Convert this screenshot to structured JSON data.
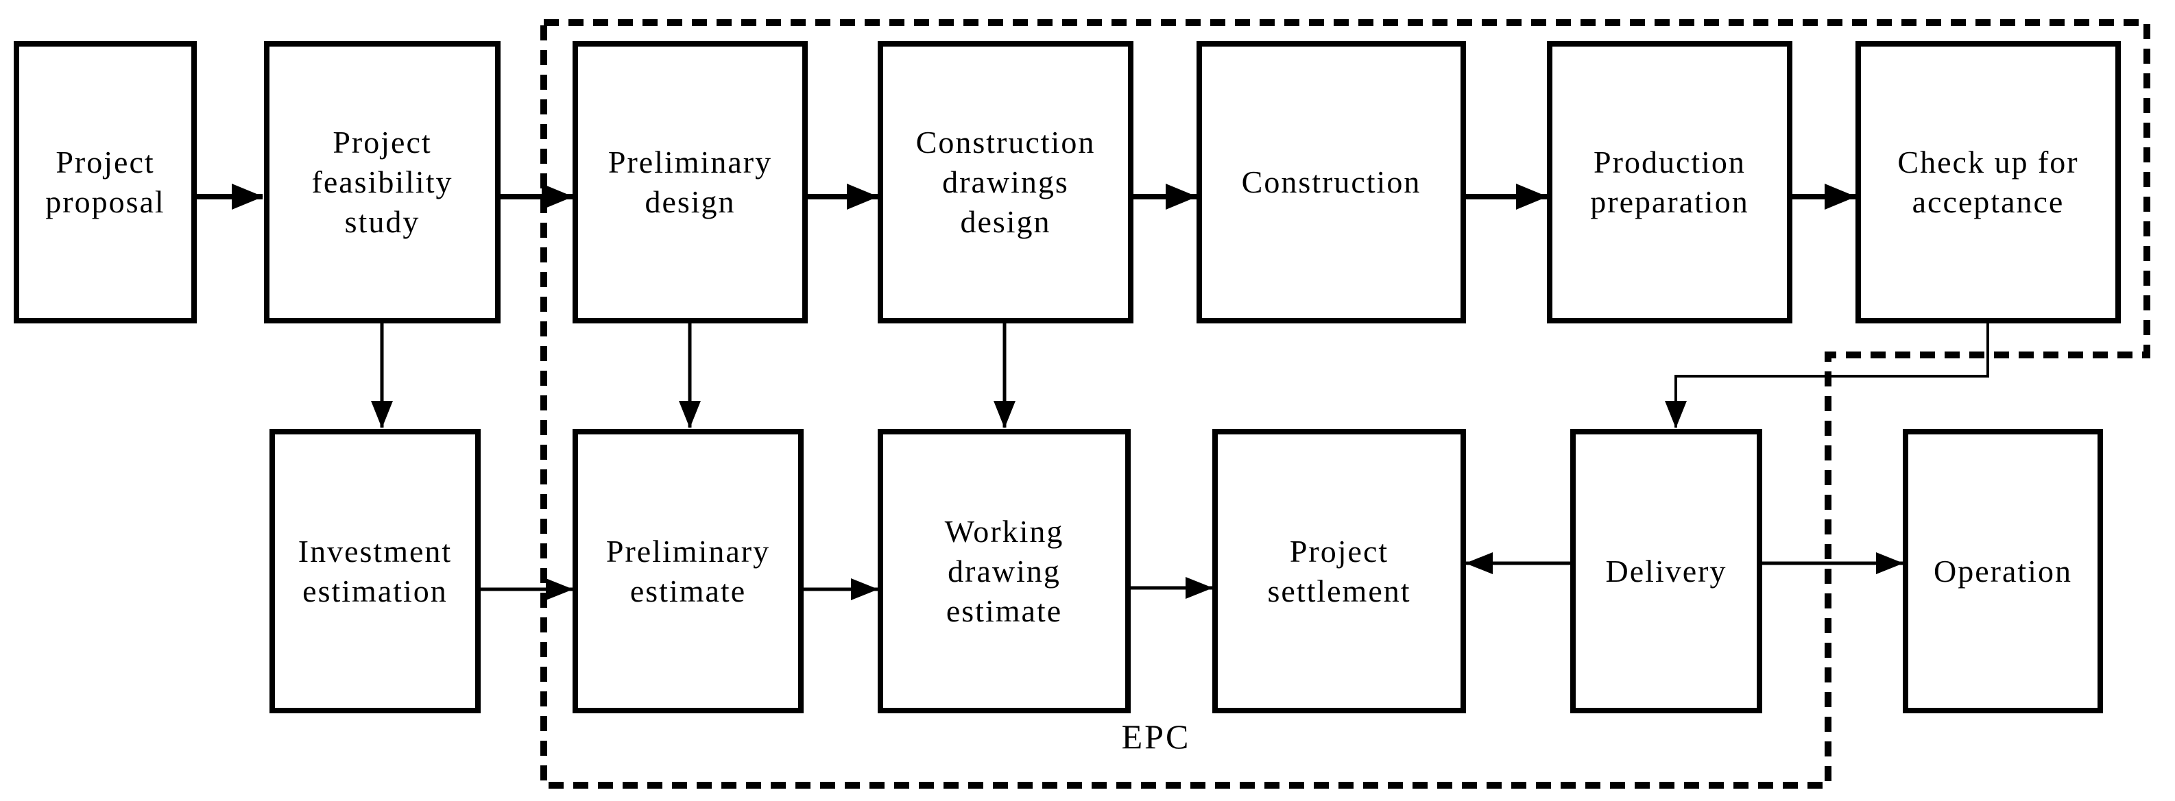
{
  "diagram": {
    "region_label": "EPC",
    "colors": {
      "line": "#000000",
      "background": "#ffffff"
    },
    "nodes": {
      "project_proposal": "Project proposal",
      "project_feasibility_study": "Project feasibility study",
      "preliminary_design": "Preliminary design",
      "construction_drawings_design": "Construction drawings design",
      "construction": "Construction",
      "production_preparation": "Production preparation",
      "check_up_for_acceptance": "Check up for acceptance",
      "investment_estimation": "Investment estimation",
      "preliminary_estimate": "Preliminary estimate",
      "working_drawing_estimate": "Working drawing estimate",
      "project_settlement": "Project settlement",
      "delivery": "Delivery",
      "operation": "Operation"
    },
    "edges": [
      {
        "from": "project_proposal",
        "to": "project_feasibility_study"
      },
      {
        "from": "project_feasibility_study",
        "to": "preliminary_design"
      },
      {
        "from": "preliminary_design",
        "to": "construction_drawings_design"
      },
      {
        "from": "construction_drawings_design",
        "to": "construction"
      },
      {
        "from": "construction",
        "to": "production_preparation"
      },
      {
        "from": "production_preparation",
        "to": "check_up_for_acceptance"
      },
      {
        "from": "project_feasibility_study",
        "to": "investment_estimation"
      },
      {
        "from": "preliminary_design",
        "to": "preliminary_estimate"
      },
      {
        "from": "construction_drawings_design",
        "to": "working_drawing_estimate"
      },
      {
        "from": "investment_estimation",
        "to": "preliminary_estimate"
      },
      {
        "from": "preliminary_estimate",
        "to": "working_drawing_estimate"
      },
      {
        "from": "working_drawing_estimate",
        "to": "project_settlement"
      },
      {
        "from": "check_up_for_acceptance",
        "to": "delivery"
      },
      {
        "from": "delivery",
        "to": "project_settlement"
      },
      {
        "from": "delivery",
        "to": "operation"
      }
    ],
    "epc_region": {
      "label": "EPC",
      "contains": [
        "preliminary_design",
        "construction_drawings_design",
        "construction",
        "production_preparation",
        "check_up_for_acceptance",
        "preliminary_estimate",
        "working_drawing_estimate",
        "project_settlement",
        "delivery"
      ]
    }
  }
}
